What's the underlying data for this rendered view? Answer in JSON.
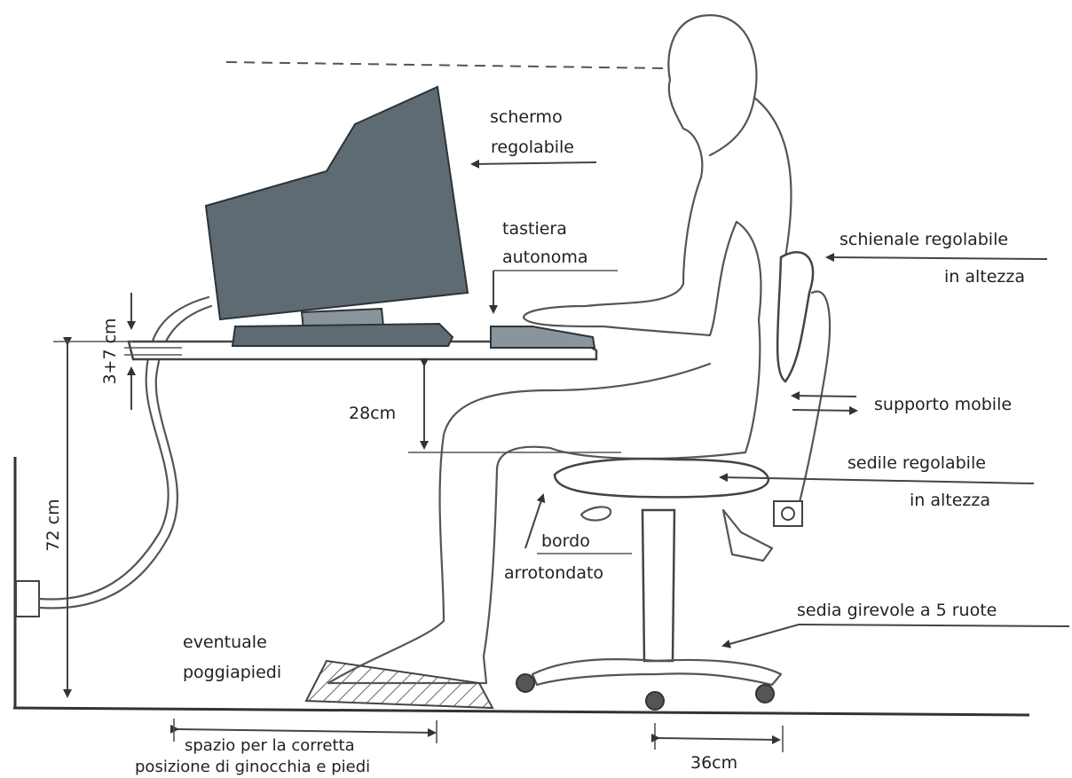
{
  "labels": {
    "schermo_1": "schermo",
    "schermo_2": "regolabile",
    "tastiera_1": "tastiera",
    "tastiera_2": "autonoma",
    "schienale_1": "schienale regolabile",
    "schienale_2": "in altezza",
    "supporto": "supporto mobile",
    "sedile_1": "sedile regolabile",
    "sedile_2": "in altezza",
    "bordo_1": "bordo",
    "bordo_2": "arrotondato",
    "sedia": "sedia girevole a 5 ruote",
    "poggia_1": "eventuale",
    "poggia_2": "poggiapiedi",
    "spazio_1": "spazio per la corretta",
    "spazio_2": "posizione di ginocchia e piedi"
  },
  "measures": {
    "desk_height": "72 cm",
    "keyboard_gap": "3+7 cm",
    "leg_clearance": "28cm",
    "chair_base": "36cm"
  },
  "colors": {
    "monitor": "#5f6b73",
    "keyboard": "#8a949b",
    "outline": "#555555"
  }
}
